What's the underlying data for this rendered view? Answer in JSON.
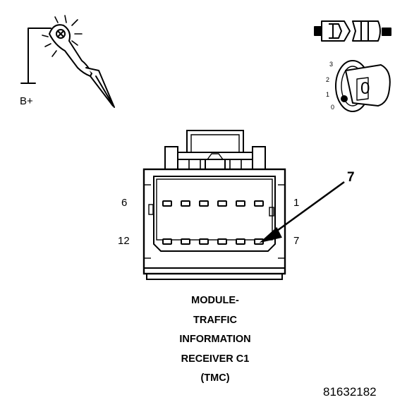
{
  "test_light": {
    "label": "B+"
  },
  "ignition": {
    "positions": [
      "3",
      "2",
      "1",
      "0"
    ],
    "selected": "0"
  },
  "connector": {
    "pins_top_left": "6",
    "pins_top_right": "1",
    "pins_bottom_left": "12",
    "pins_bottom_right": "7",
    "callout": "7"
  },
  "caption": {
    "lines": [
      "MODULE-",
      "TRAFFIC",
      "INFORMATION",
      "RECEIVER C1",
      "(TMC)"
    ]
  },
  "figure_number": "81632182"
}
